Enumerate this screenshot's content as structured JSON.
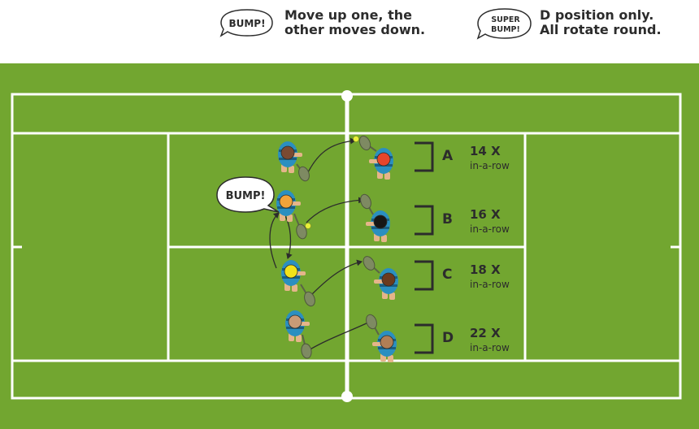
{
  "legend": {
    "bump": {
      "badge": "BUMP!",
      "description": "Move up one, the\nother moves down."
    },
    "super_bump": {
      "badge_line1": "SUPER",
      "badge_line2": "BUMP!",
      "description": "D position only.\nAll rotate round."
    }
  },
  "court_callout": "BUMP!",
  "positions": [
    {
      "letter": "A",
      "count": "14 X",
      "sub": "in-a-row",
      "receiver_shirt": "#e6452a"
    },
    {
      "letter": "B",
      "count": "16 X",
      "sub": "in-a-row",
      "receiver_shirt": "#161616"
    },
    {
      "letter": "C",
      "count": "18 X",
      "sub": "in-a-row",
      "receiver_shirt": "#6b3a1e"
    },
    {
      "letter": "D",
      "count": "22 X",
      "sub": "in-a-row",
      "receiver_shirt": "#b07e55"
    }
  ],
  "feeders": [
    {
      "shirt": "#7a4a32"
    },
    {
      "shirt": "#f2a33a"
    },
    {
      "shirt": "#f2e21a"
    },
    {
      "shirt": "#c99b76"
    }
  ],
  "colors": {
    "grass": "#72a630",
    "court": "#7cb23a",
    "lines": "#ffffff",
    "text": "#2c2c2c",
    "outfit": "#2b8fc0",
    "racket": "#7e8a62",
    "ball": "#e8f03a"
  }
}
